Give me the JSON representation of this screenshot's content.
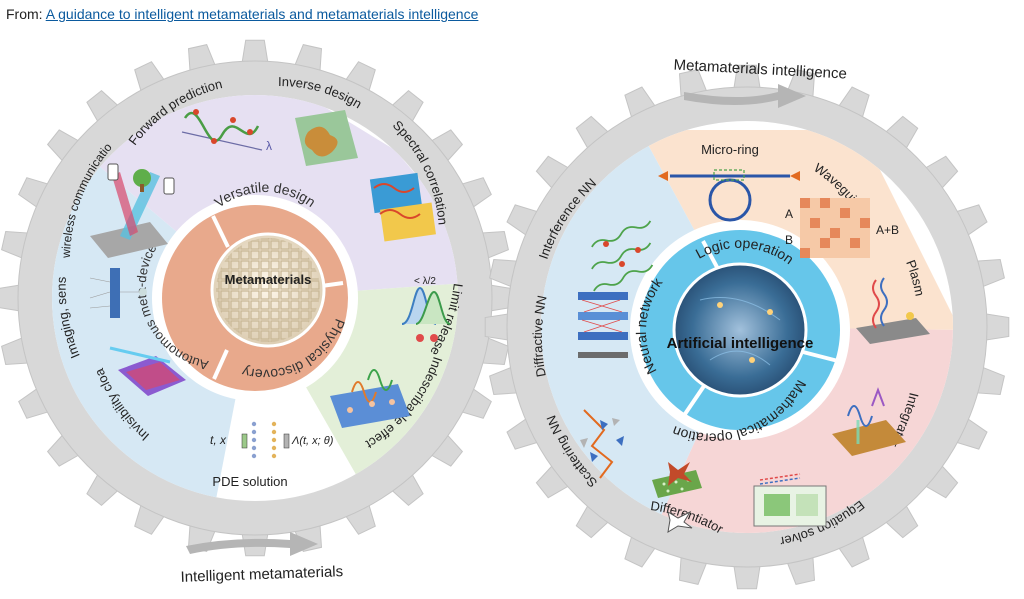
{
  "header": {
    "prefix": "From:",
    "link_text": "A guidance to intelligent metamaterials and metamaterials intelligence"
  },
  "left_gear": {
    "core": "Metamaterials",
    "inner_segments": [
      "Versatile design",
      "Physical discovery",
      "Autonomous meta-devices"
    ],
    "outer_labels": {
      "forward_prediction": "Forward prediction",
      "inverse_design": "Inverse design",
      "spectral_correlation": "Spectral correlation",
      "limit_release": "Limit release",
      "indescribable_effect": "Indescribable effect",
      "pde_solution": "PDE solution",
      "invisibility_cloak": "Invisibility cloak",
      "imaging_sensing": "Imaging, sensing",
      "wireless_communication": "wireless communication"
    },
    "glyphs": {
      "lambda": "λ",
      "lambda_half": "< λ/2",
      "pde_input": "t, x",
      "pde_output": "Λ(t, x; θ)"
    },
    "caption": "Intelligent metamaterials"
  },
  "right_gear": {
    "core": "Artificial intelligence",
    "inner_segments": [
      "Logic operation",
      "Mathematical operation",
      "Neural network"
    ],
    "outer_labels": {
      "micro_ring": "Micro-ring",
      "waveguide": "Waveguide",
      "plasmon": "Plasmon",
      "integrator": "Integrator",
      "equation_solver": "Equation solver",
      "differentiator": "Differentiator",
      "scattering_nn": "Scattering NN",
      "diffractive_nn": "Diffractive NN",
      "interference_nn": "Interference NN"
    },
    "glyphs": {
      "a": "A",
      "b": "B",
      "a_plus_b": "A+B"
    },
    "caption": "Metamaterials intelligence"
  },
  "colors": {
    "gear": "#d8d8d8",
    "gear_stroke": "#c4c4c4",
    "purple_sector": "#e6e0f2",
    "green_sector": "#e3efd8",
    "blue_sector": "#d6e8f4",
    "white_sector": "#ffffff",
    "salmon_ring": "#e8a98c",
    "orange_sector": "#fbe3cf",
    "pink_sector": "#f6d6d6",
    "cyan_ring": "#66c6ea",
    "arrow": "#b5b5b5",
    "link": "#0b5a9e"
  }
}
